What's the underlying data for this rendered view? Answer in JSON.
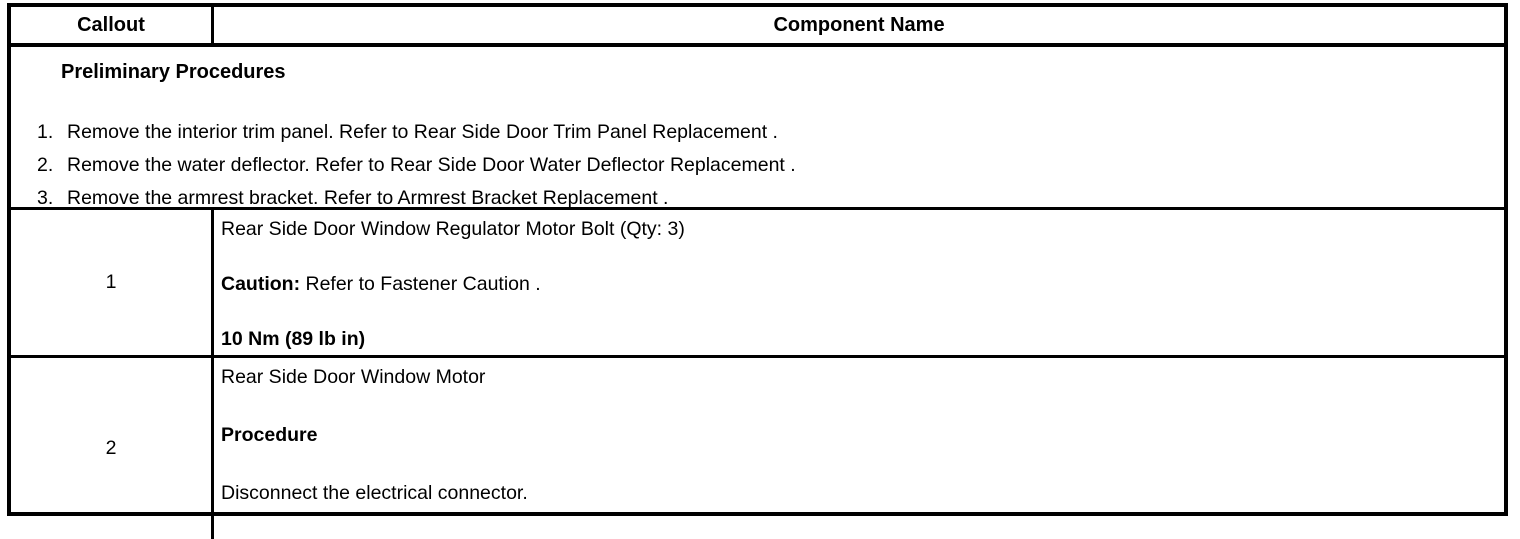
{
  "colors": {
    "border": "#000000",
    "background": "#ffffff",
    "text": "#000000"
  },
  "table": {
    "header": {
      "callout": "Callout",
      "component_name": "Component Name"
    },
    "preliminary": {
      "title": "Preliminary Procedures",
      "steps": [
        {
          "num": "1.",
          "text": "Remove the interior trim panel. Refer to Rear Side Door Trim Panel Replacement ."
        },
        {
          "num": "2.",
          "text": "Remove the water deflector. Refer to Rear Side Door Water Deflector Replacement ."
        },
        {
          "num": "3.",
          "text": "Remove the armrest bracket. Refer to Armrest Bracket Replacement ."
        }
      ]
    },
    "rows": [
      {
        "callout": "1",
        "name": "Rear Side Door Window Regulator Motor Bolt (Qty: 3)",
        "caution_label": "Caution:",
        "caution_text": " Refer to Fastener Caution .",
        "torque": "10 Nm (89 lb in)"
      },
      {
        "callout": "2",
        "name": "Rear Side Door Window Motor",
        "procedure_label": "Procedure",
        "procedure_text": "Disconnect the electrical connector."
      }
    ]
  }
}
